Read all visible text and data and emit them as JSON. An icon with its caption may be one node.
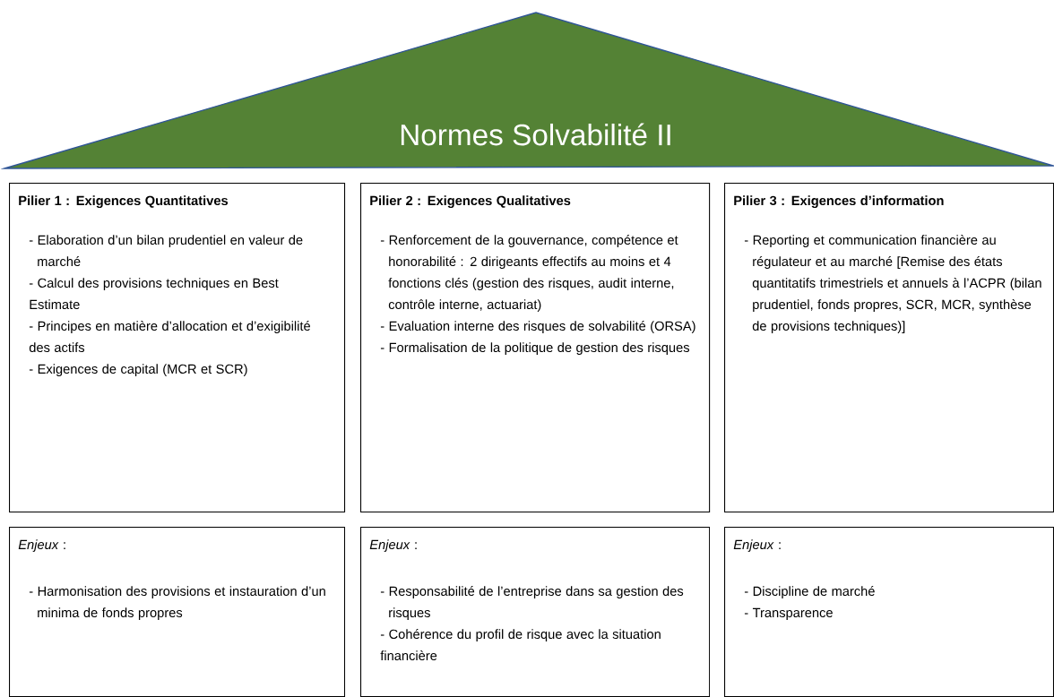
{
  "diagram": {
    "nodes": [
      {
        "text": [
          "Normes Solvabilité II"
        ]
      },
      {
        "text": [
          "Pilier 1 : Exigences Quantitatives",
          "- Elaboration d’un bilan prudentiel en valeur de marché",
          "- Calcul des provisions techniques en Best Estimate",
          "- Principes en matière d’allocation et d’exigibilité des actifs",
          "- Exigences de capital (MCR et SCR)"
        ]
      },
      {
        "text": [
          "Pilier 2 : Exigences Qualitatives",
          "- Renforcement de la gouvernance, compétence et honorabilité : 2 dirigeants effectifs au moins et 4 fonctions clés (gestion des risques, audit interne, contrôle interne, actuariat)",
          "- Evaluation interne des risques de solvabilité (ORSA)",
          "- Formalisation de la politique de gestion des risques"
        ]
      },
      {
        "text": [
          "Pilier 3 : Exigences d’information",
          "- Reporting et communication financière au régulateur et au marché [Remise des états quantitatifs trimestriels et annuels à l’ACPR (bilan prudentiel, fonds propres, SCR, MCR, synthèse de provisions techniques)]"
        ]
      },
      {
        "text": [
          "*Enjeux* :",
          "- Harmonisation des provisions et instauration d’un minima de fonds propres"
        ]
      },
      {
        "text": [
          "*Enjeux* :",
          "- Responsabilité de l’entreprise dans sa gestion des risques",
          "- Cohérence du profil de risque avec la situation financière"
        ]
      },
      {
        "text": [
          "*Enjeux* :",
          "- Discipline de marché",
          "- Transparence"
        ]
      }
    ]
  }
}
